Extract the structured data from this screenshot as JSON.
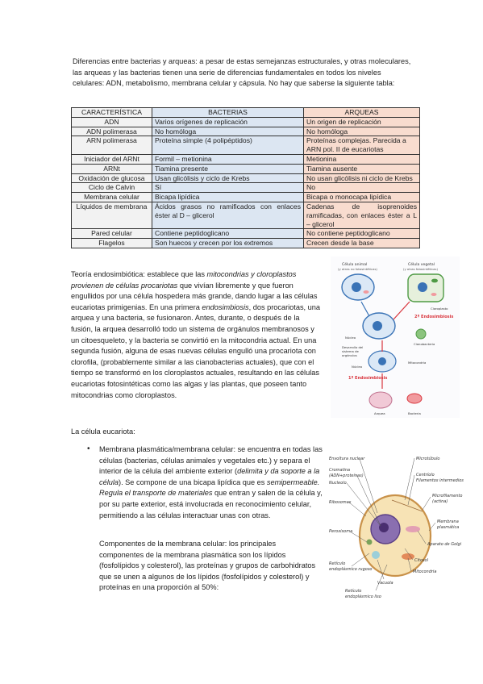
{
  "intro": "Diferencias entre bacterias y arqueas: a pesar de estas semejanzas estructurales, y otras moleculares, las arqueas y las bacterias tienen una serie de diferencias fundamentales en todos los niveles celulares: ADN, metabolismo, membrana celular y cápsula. No hay que saberse la siguiente tabla:",
  "table": {
    "headers": [
      "CARACTERÍSTICA",
      "BACTERIAS",
      "ARQUEAS"
    ],
    "rows": [
      [
        "ADN",
        "Varios orígenes de replicación",
        "Un origen de replicación"
      ],
      [
        "ADN polimerasa",
        "No homóloga",
        "No homóloga"
      ],
      [
        "ARN polimerasa",
        "Proteína simple (4 polipéptidos)",
        "Proteínas complejas. Parecida a ARN pol. II de eucariotas"
      ],
      [
        "Iniciador del ARNt",
        "Formil – metionina",
        "Metionina"
      ],
      [
        "ARNt",
        "Tiamina presente",
        "Tiamina ausente"
      ],
      [
        "Oxidación de glucosa",
        "Usan glicólisis y ciclo de Krebs",
        "No usan glicólisis ni ciclo de Krebs"
      ],
      [
        "Ciclo de Calvin",
        "Sí",
        "No"
      ],
      [
        "Membrana celular",
        "Bicapa lipídica",
        "Bicapa o monocapa lipídica"
      ],
      [
        "Líquidos de membrana",
        "Ácidos grasos no ramificados con enlaces éster al D – glicerol",
        "Cadenas de isoprenoides ramificadas, con enlaces éster a L – glicerol"
      ],
      [
        "Pared celular",
        "Contiene peptidoglicano",
        "No contiene peptidoglicano"
      ],
      [
        "Flagelos",
        "Son huecos y crecen por los extremos",
        "Crecen desde la base"
      ]
    ]
  },
  "endo": {
    "p1": "Teoría endosimbiótica: establece que las ",
    "e1": "mitocondrias y cloroplastos provienen de células procariotas",
    "p2": " que vivían libremente y que fueron engullidos por una célula hospedera más grande, dando lugar a las células eucariotas primigenias. En una primera ",
    "e2": "endosimbiosis",
    "p3": ", dos procariotas, una arquea y una bacteria, se fusionaron. Antes, durante, o después de la fusión, la arquea desarrolló todo un sistema de orgánulos membranosos y un citoesqueleto, y la bacteria se convirtió en la mitocondria actual. En una segunda fusión, alguna de esas nuevas células engulló una procariota con clorofila, (probablemente similar a las cianobacterias actuales), que con el tiempo se transformó en los cloroplastos actuales, resultando en las células eucariotas fotosintéticas como las algas y las plantas, que poseen tanto mitocondrias como cloroplastos."
  },
  "section_title": "La célula eucariota:",
  "bullet_char": "•",
  "membrane": {
    "p1": "Membrana plasmática/membrana celular: se encuentra en todas las células (bacterias, células animales y vegetales etc.) y separa el interior de la célula del ambiente exterior (",
    "e1": "delimita y da soporte a la célula",
    "p2": "). Se compone de una bicapa lipídica que es ",
    "e2": "semipermeable. Regula el transporte de materiales",
    "p3": " que entran y salen de la célula y, por su parte exterior, está involucrada en reconocimiento celular, permitiendo a las células interactuar unas con otras."
  },
  "components": "Componentes de la membrana celular: los principales componentes de la membrana plasmática son los lípidos (fosfolípidos y colesterol), las proteínas y grupos de carbohidratos que se unen a algunos de los lípidos (fosfolípidos y colesterol) y proteínas en una proporción al 50%:",
  "figure1": {
    "animal_cell": "Célula animal",
    "animal_cell_sub": "(y otras no fotosintéticas)",
    "plant_cell": "Célula vegetal",
    "plant_cell_sub": "(y otras fotosintéticas)",
    "chloroplast": "Cloroplasto",
    "endo2": "2ª Endosimbiosis",
    "nucleus1": "Núcleo",
    "cyanobacteria": "Cianobacteria",
    "organelle_dev1": "Desarrollo del",
    "organelle_dev2": "sistema de",
    "organelle_dev3": "orgánulos",
    "nucleus2": "Núcleo",
    "mitochondria": "Mitocondria",
    "endo1": "1ª Endosimbiosis",
    "archaea": "Arquea",
    "bacteria": "Bacteria",
    "colors": {
      "endo_red": "#d9363e",
      "cell_blue": "#3a73b6",
      "cell_pink": "#f1b7c8",
      "green": "#4f9a45"
    }
  },
  "figure2": {
    "nuclear_envelope": "Envoltura nuclear",
    "chromatin": "Cromatina",
    "adn_proteins": "(ADN+proteínas)",
    "nucleolus": "Nucleolo",
    "ribosomes": "Ribosomas",
    "peroxisome": "Peroxisoma",
    "rough_er": "Retículo",
    "rough_er2": "endoplásmico rugoso",
    "smooth_er": "Retículo",
    "smooth_er2": "endoplásmico liso",
    "vacuole": "Vacuola",
    "microtubule": "Microtúbulo",
    "centriole": "Centríolo",
    "intermediate_filaments": "Filamentos intermedios",
    "microfilament": "Microfilamento",
    "actin": "(actina)",
    "plasma_membrane": "Membrana",
    "plasma_membrane2": "plasmática",
    "golgi": "Aparato de Golgi",
    "cytosol": "Citosol",
    "mitochondria": "Mitocondria"
  }
}
